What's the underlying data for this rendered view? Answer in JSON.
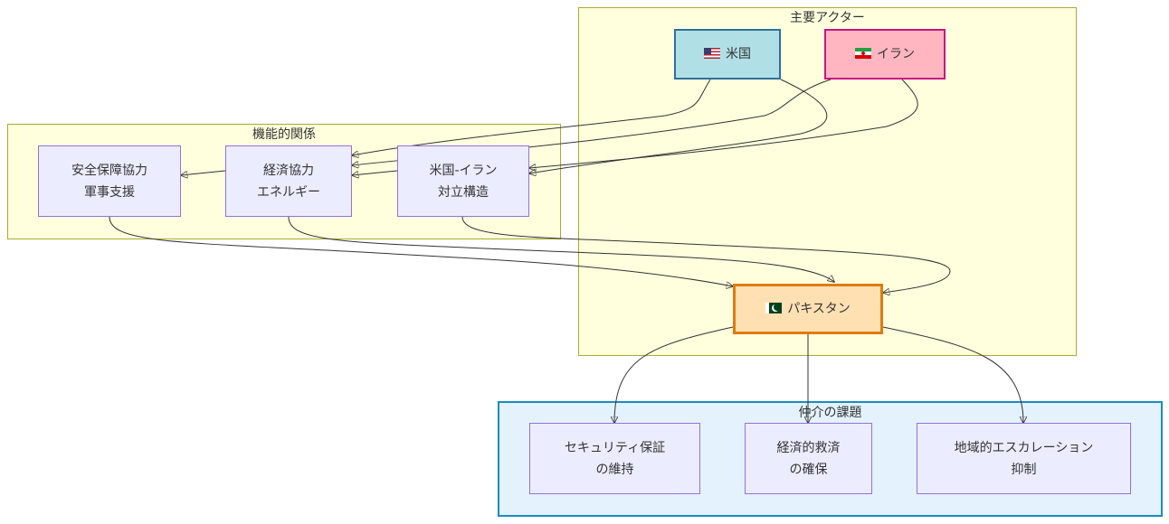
{
  "clusters": {
    "actors": {
      "title": "主要アクター"
    },
    "functional": {
      "title": "機能的関係"
    },
    "mediation": {
      "title": "仲介の課題"
    }
  },
  "nodes": {
    "us": {
      "flag": "us-flag-icon",
      "label": "米国"
    },
    "iran": {
      "flag": "iran-flag-icon",
      "label": "イラン"
    },
    "pakistan": {
      "flag": "pakistan-flag-icon",
      "label": "パキスタン"
    },
    "security": {
      "lines": [
        "安全保障協力",
        "軍事支援"
      ]
    },
    "economic": {
      "lines": [
        "経済協力",
        "エネルギー"
      ]
    },
    "conflict": {
      "lines": [
        "米国-イラン",
        "対立構造"
      ]
    },
    "sec_guarantee": {
      "lines": [
        "セキュリティ保証",
        "の維持"
      ]
    },
    "econ_relief": {
      "lines": [
        "経済的救済",
        "の確保"
      ]
    },
    "deescalation": {
      "lines": [
        "地域的エスカレーション",
        "抑制"
      ]
    }
  },
  "colors": {
    "actors_bg": "#ffffde",
    "actors_border": "#aaaa33",
    "mediation_bg": "#e3f2fd",
    "mediation_border": "#1a8cbf",
    "us_fill": "#b0e0e6",
    "us_border": "#2f6fa0",
    "iran_fill": "#ffb6c1",
    "iran_border": "#c71585",
    "pakistan_fill": "#ffe0b2",
    "pakistan_border": "#e07b10",
    "node_fill": "#ececff",
    "node_border": "#9370db",
    "edge": "#333333"
  },
  "edges": [
    {
      "from": "us",
      "to": "economic"
    },
    {
      "from": "us",
      "to": "conflict"
    },
    {
      "from": "iran",
      "to": "economic"
    },
    {
      "from": "iran",
      "to": "conflict"
    },
    {
      "from": "economic",
      "to": "security"
    },
    {
      "from": "conflict",
      "to": "economic"
    },
    {
      "from": "security",
      "to": "pakistan"
    },
    {
      "from": "economic",
      "to": "pakistan"
    },
    {
      "from": "conflict",
      "to": "pakistan"
    },
    {
      "from": "pakistan",
      "to": "sec_guarantee"
    },
    {
      "from": "pakistan",
      "to": "econ_relief"
    },
    {
      "from": "pakistan",
      "to": "deescalation"
    }
  ]
}
